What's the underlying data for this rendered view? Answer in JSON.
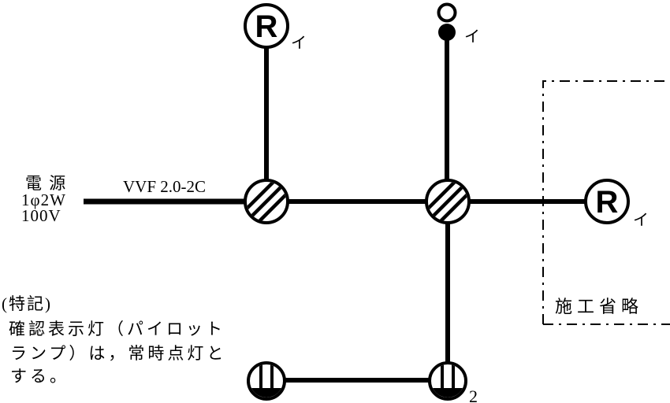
{
  "diagram": {
    "power_source": {
      "title": "電 源",
      "system": "1φ2W",
      "voltage": "100V"
    },
    "cable_label": "VVF 2.0-2C",
    "omitted_section_label": "施工省略",
    "devices": {
      "lamp_receptacle_top": {
        "symbol": "R",
        "circuit": "イ"
      },
      "lamp_receptacle_right": {
        "symbol": "R",
        "circuit": "イ"
      },
      "switch_with_pilot_lamp": {
        "circuit": "イ"
      },
      "outlet_double": {
        "mark": "2"
      }
    },
    "note": {
      "heading": "(特記)",
      "line1": "確認表示灯（パイロット",
      "line2": "ランプ）は，常時点灯と",
      "line3": "する。"
    },
    "colors": {
      "ink": "#000000",
      "background": "#ffffff"
    }
  }
}
